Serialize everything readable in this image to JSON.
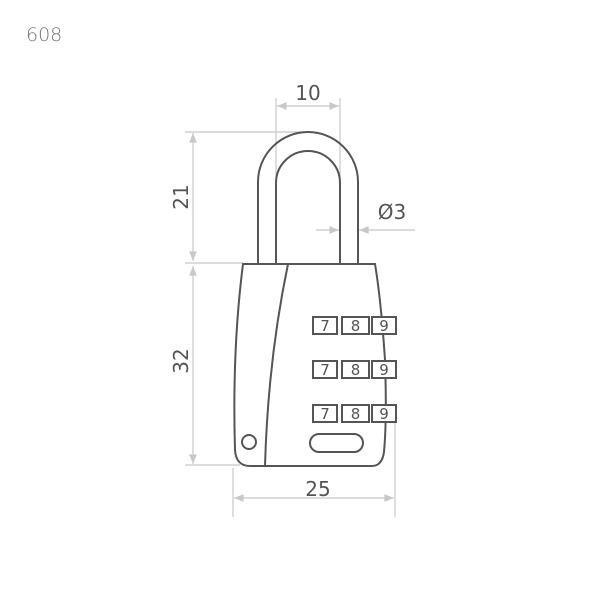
{
  "model_code": "608",
  "dimensions": {
    "shackle_width": "10",
    "shackle_height": "21",
    "shackle_diameter": "Ø3",
    "body_height": "32",
    "body_width": "25"
  },
  "dials": [
    [
      "7",
      "8",
      "9"
    ],
    [
      "7",
      "8",
      "9"
    ],
    [
      "7",
      "8",
      "9"
    ]
  ],
  "colors": {
    "outline": "#555555",
    "dimension": "#c8c8c8"
  }
}
